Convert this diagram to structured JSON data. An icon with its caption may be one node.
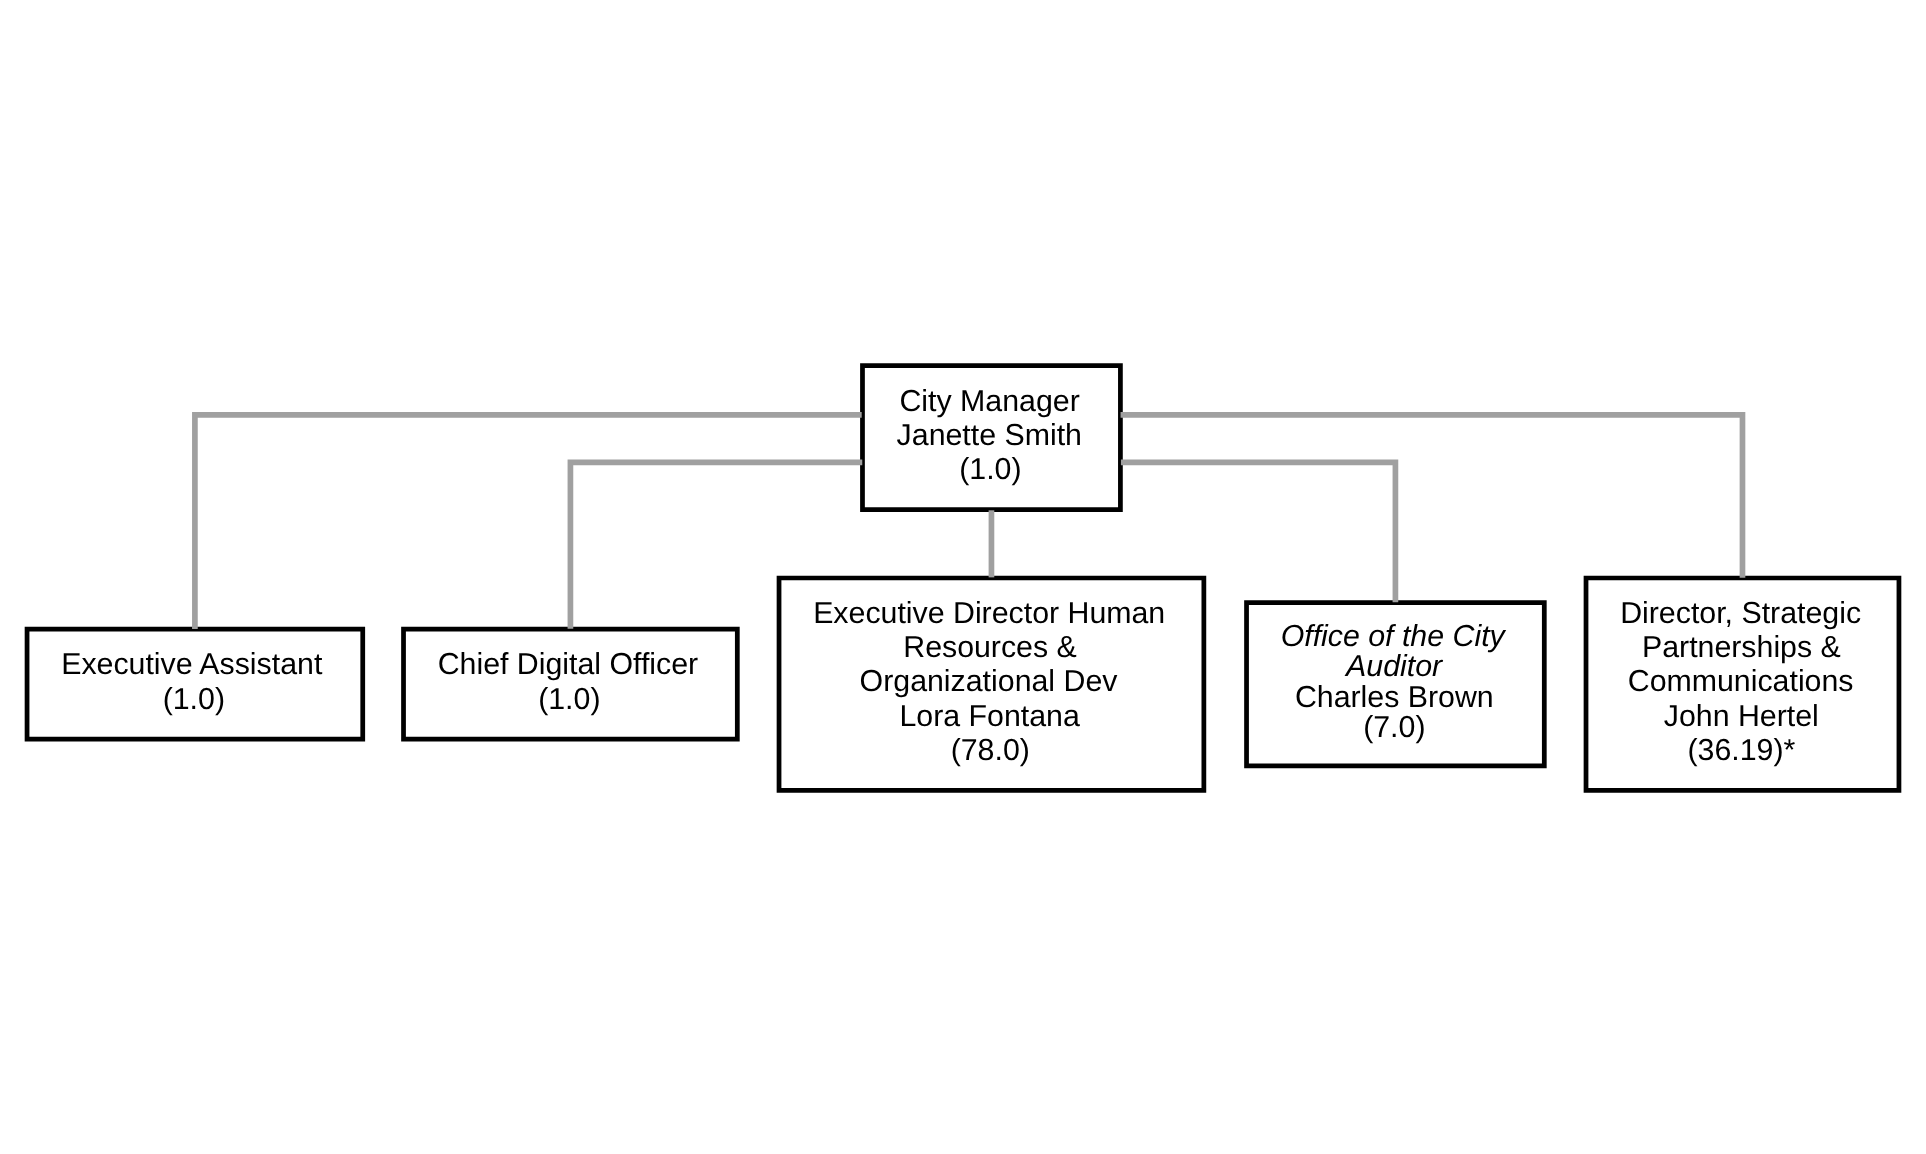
{
  "diagram": {
    "nodes": [
      {
        "text": [
          "City Manager",
          "Janette Smith",
          "(1.0)"
        ]
      },
      {
        "text": [
          "Executive Assistant",
          "(1.0)"
        ]
      },
      {
        "text": [
          "Chief Digital Officer",
          "(1.0)"
        ]
      },
      {
        "text": [
          "Executive Director Human Resources & Organizational Dev",
          "Lora Fontana",
          "(78.0)"
        ]
      },
      {
        "text": [
          "*Office of the City Auditor*",
          "Charles Brown",
          "(7.0)"
        ]
      },
      {
        "text": [
          "Director, Strategic Partnerships & Communications",
          "John Hertel",
          "(36.19)*"
        ]
      }
    ],
    "edges": [
      {
        "from": 0,
        "to": 1,
        "arrow": "none"
      },
      {
        "from": 0,
        "to": 2,
        "arrow": "none"
      },
      {
        "from": 0,
        "to": 3,
        "arrow": "none"
      },
      {
        "from": 0,
        "to": 4,
        "arrow": "none"
      },
      {
        "from": 0,
        "to": 5,
        "arrow": "none"
      }
    ]
  }
}
